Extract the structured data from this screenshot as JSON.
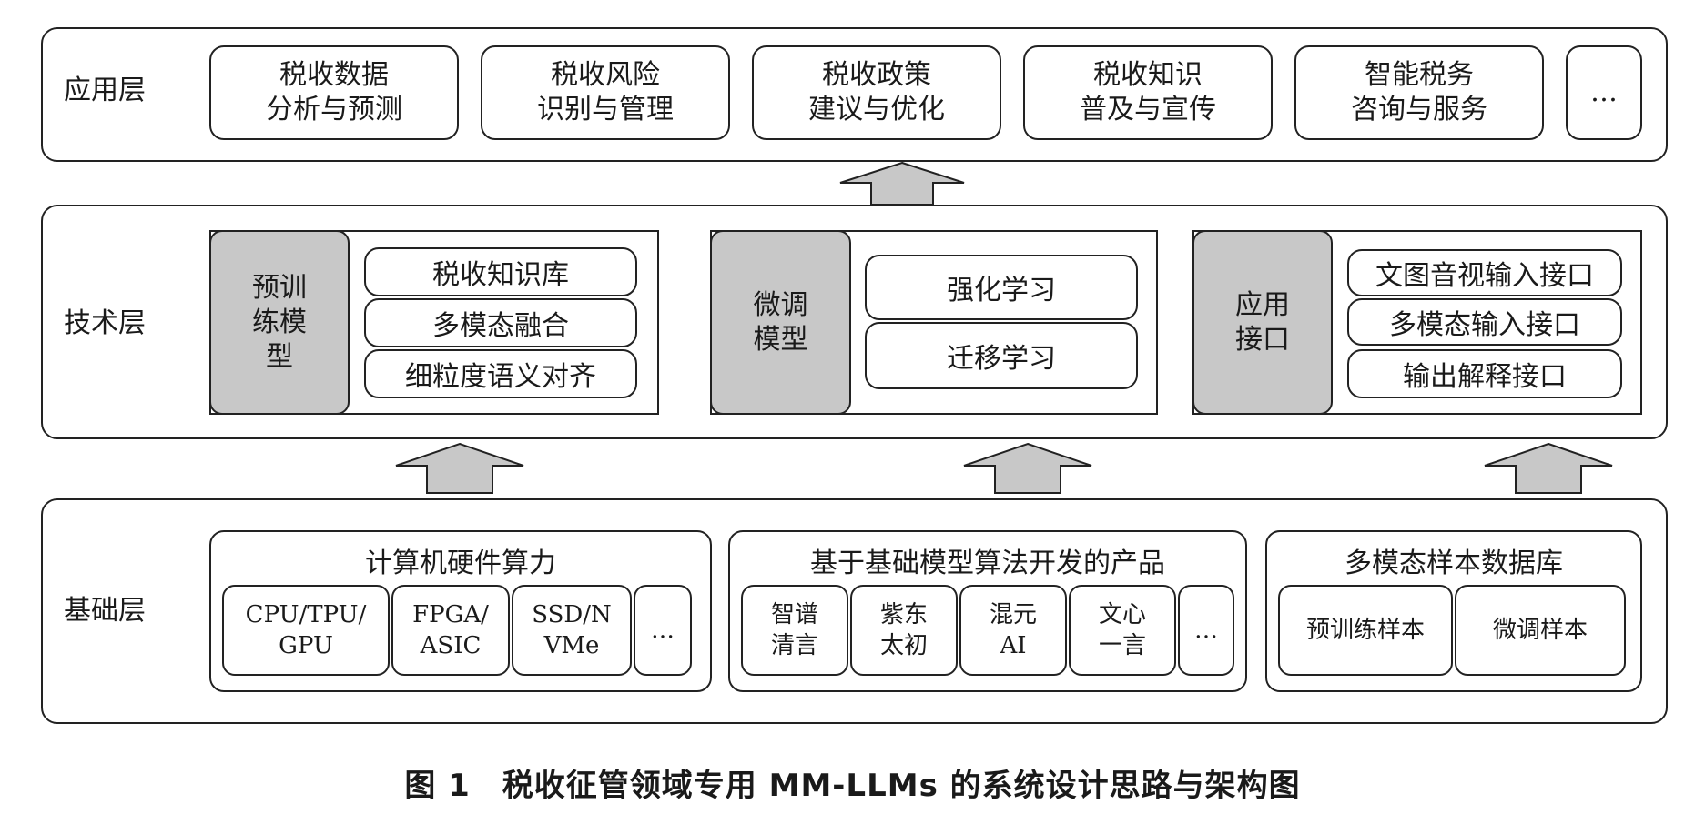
{
  "layers": {
    "application": {
      "label": "应用层",
      "boxes": [
        {
          "line1": "税收数据",
          "line2": "分析与预测"
        },
        {
          "line1": "税收风险",
          "line2": "识别与管理"
        },
        {
          "line1": "税收政策",
          "line2": "建议与优化"
        },
        {
          "line1": "税收知识",
          "line2": "普及与宣传"
        },
        {
          "line1": "智能税务",
          "line2": "咨询与服务"
        }
      ],
      "ellipsis": "…"
    },
    "technology": {
      "label": "技术层",
      "modules": [
        {
          "title_lines": [
            "预训",
            "练模",
            "型"
          ],
          "items": [
            "税收知识库",
            "多模态融合",
            "细粒度语义对齐"
          ]
        },
        {
          "title_lines": [
            "微调",
            "模型"
          ],
          "items": [
            "强化学习",
            "迁移学习"
          ]
        },
        {
          "title_lines": [
            "应用",
            "接口"
          ],
          "items": [
            "文图音视输入接口",
            "多模态输入接口",
            "输出解释接口"
          ]
        }
      ]
    },
    "foundation": {
      "label": "基础层",
      "groups": [
        {
          "title": "计算机硬件算力",
          "items": [
            {
              "line1": "CPU/TPU/",
              "line2": "GPU"
            },
            {
              "line1": "FPGA/",
              "line2": "ASIC"
            },
            {
              "line1": "SSD/N",
              "line2": "VMe"
            }
          ],
          "ellipsis": "…"
        },
        {
          "title": "基于基础模型算法开发的产品",
          "items": [
            {
              "line1": "智谱",
              "line2": "清言"
            },
            {
              "line1": "紫东",
              "line2": "太初"
            },
            {
              "line1": "混元",
              "line2": "AI"
            },
            {
              "line1": "文心",
              "line2": "一言"
            }
          ],
          "ellipsis": "…"
        },
        {
          "title": "多模态样本数据库",
          "items": [
            {
              "line1": "预训练样本"
            },
            {
              "line1": "微调样本"
            }
          ]
        }
      ]
    }
  },
  "caption": "图 1　税收征管领域专用 MM-LLMs 的系统设计思路与架构图",
  "colors": {
    "module_header": "#c8c8c8",
    "arrow_fill": "#c8c8c8",
    "stroke": "#222222"
  }
}
